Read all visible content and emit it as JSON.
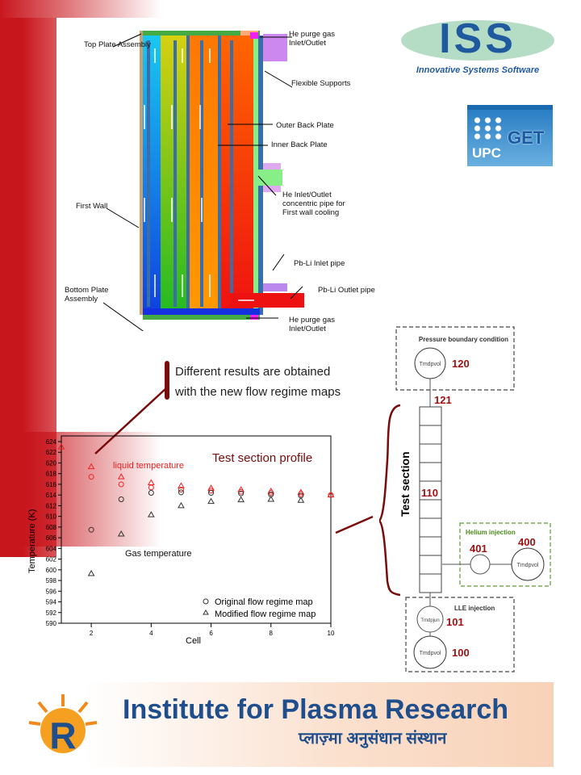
{
  "blanket_diagram": {
    "labels": {
      "top_plate": "Top Plate Assembly",
      "he_purge_top": "He purge gas Inlet/Outlet",
      "flexible_supports": "Flexible Supports",
      "outer_back_plate": "Outer Back Plate",
      "inner_back_plate": "Inner Back Plate",
      "he_inlet_outlet": "He Inlet/Outlet concentric pipe for First wall cooling",
      "first_wall": "First Wall",
      "pbli_inlet": "Pb-Li Inlet pipe",
      "pbli_outlet": "Pb-Li Outlet  pipe",
      "bottom_plate": "Bottom Plate Assembly",
      "he_purge_bottom": "He purge gas Inlet/Outlet"
    }
  },
  "logos": {
    "iss": {
      "text": "ISS",
      "subtitle": "Innovative Systems Software"
    },
    "upc": {
      "text_left": "UPC",
      "text_right": "GET"
    }
  },
  "callout": {
    "line1": "Different results are obtained",
    "line2": "with the new flow regime maps"
  },
  "nodalization": {
    "pressure_box": "Pressure boundary condition",
    "tmdpvol": "Tmdpvol",
    "tmdpjun": "Tmdpjun",
    "n120": "120",
    "n121": "121",
    "n110": "110",
    "n401": "401",
    "n400": "400",
    "n101": "101",
    "n100": "100",
    "test_section": "Test section",
    "helium_box": "Helium injection",
    "lle_box": "LLE injection"
  },
  "chart_data": {
    "type": "scatter",
    "title": "Test section profile",
    "xlabel": "Cell",
    "ylabel": "Temperature (K)",
    "xlim": [
      1,
      10
    ],
    "ylim": [
      590,
      625
    ],
    "xticks": [
      2,
      4,
      6,
      8,
      10
    ],
    "yticks": [
      590,
      592,
      594,
      596,
      598,
      600,
      602,
      604,
      606,
      608,
      610,
      612,
      614,
      616,
      618,
      620,
      622,
      624
    ],
    "annotations": {
      "liquid": "liquid temperature",
      "gas": "Gas temperature"
    },
    "legend": {
      "placement": "bottom-right",
      "entries": [
        "Original flow regime map",
        "Modified flow regime map"
      ]
    },
    "series": [
      {
        "name": "Liquid - Original flow regime map",
        "marker": "circle",
        "color": "#ee2222",
        "x": [
          2,
          3,
          4,
          5,
          6,
          7,
          8,
          9,
          10
        ],
        "y": [
          617.4,
          616.0,
          615.4,
          615.0,
          614.8,
          614.6,
          614.4,
          614.2,
          614.0
        ]
      },
      {
        "name": "Liquid - Modified flow regime map",
        "marker": "triangle",
        "color": "#ee2222",
        "x": [
          1,
          2,
          3,
          4,
          5,
          6,
          7,
          8,
          9,
          10
        ],
        "y": [
          623.0,
          619.3,
          617.4,
          616.3,
          615.7,
          615.3,
          615.0,
          614.7,
          614.5,
          614.0
        ]
      },
      {
        "name": "Gas - Original flow regime map",
        "marker": "circle",
        "color": "#333333",
        "x": [
          2,
          3,
          4,
          5,
          6,
          7,
          8,
          9
        ],
        "y": [
          607.5,
          613.2,
          614.4,
          614.5,
          614.4,
          614.3,
          614.1,
          613.9
        ]
      },
      {
        "name": "Gas - Modified flow regime map",
        "marker": "triangle",
        "color": "#333333",
        "x": [
          2,
          3,
          4,
          5,
          6,
          7,
          8,
          9
        ],
        "y": [
          599.3,
          606.7,
          610.3,
          612.0,
          612.8,
          613.1,
          613.2,
          613.0
        ]
      }
    ]
  },
  "footer": {
    "title": "Institute for Plasma Research",
    "subtitle_hindi": "प्लाज़्मा अनुसंधान संस्थान",
    "logo_letter": "R"
  }
}
